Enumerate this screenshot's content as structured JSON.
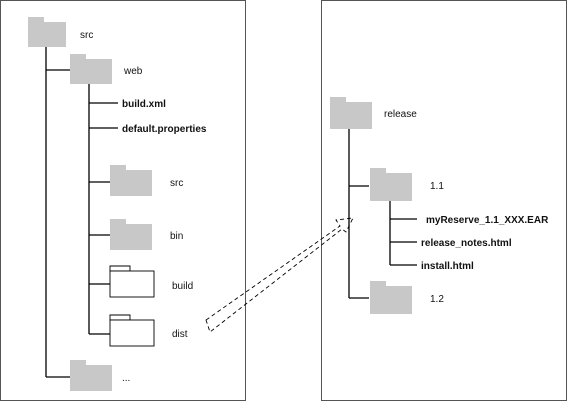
{
  "left_panel": {
    "src_label": "src",
    "web_label": "web",
    "build_xml_label": "build.xml",
    "default_properties_label": "default.properties",
    "web_src_label": "src",
    "bin_label": "bin",
    "build_label": "build",
    "dist_label": "dist",
    "more_label": "..."
  },
  "right_panel": {
    "release_label": "release",
    "v11_label": "1.1",
    "ear_label": "myReserve_1.1_XXX.EAR",
    "release_notes_label": "release_notes.html",
    "install_label": "install.html",
    "v12_label": "1.2"
  },
  "colors": {
    "folder_gray": "#c8c8c8",
    "panel_border": "#555555"
  }
}
